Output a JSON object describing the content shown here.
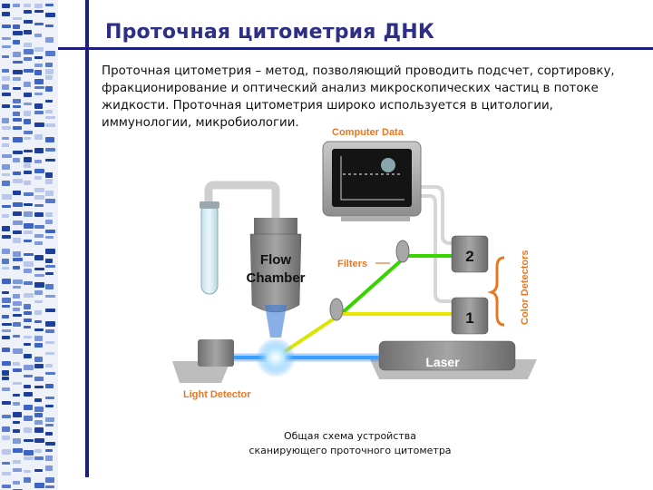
{
  "title": "Проточная цитометрия ДНК",
  "intro": "Проточная цитометрия – метод, позволяющий проводить подсчет, сортировку, фракционирование и оптический анализ микроскопических частиц в потоке жидкости. Проточная цитометрия широко используется в цитологии, иммунологии, микробиологии.",
  "diagram": {
    "computer_data": "Computer Data",
    "flow": "Flow",
    "chamber": "Chamber",
    "filters": "Filters",
    "detector_1": "1",
    "detector_2": "2",
    "color_detectors": "Color Detectors",
    "laser": "Laser",
    "light_detector": "Light Detector"
  },
  "caption": {
    "line1": "Общая схема устройства",
    "line2": "сканирующего проточного цитометра"
  },
  "colors": {
    "accent": "#2d2e86",
    "rule": "#1c1f7a",
    "label_orange": "#e87722",
    "beam_green": "#39d400",
    "beam_yellow": "#e6e600",
    "beam_blue": "#1e7bff"
  }
}
